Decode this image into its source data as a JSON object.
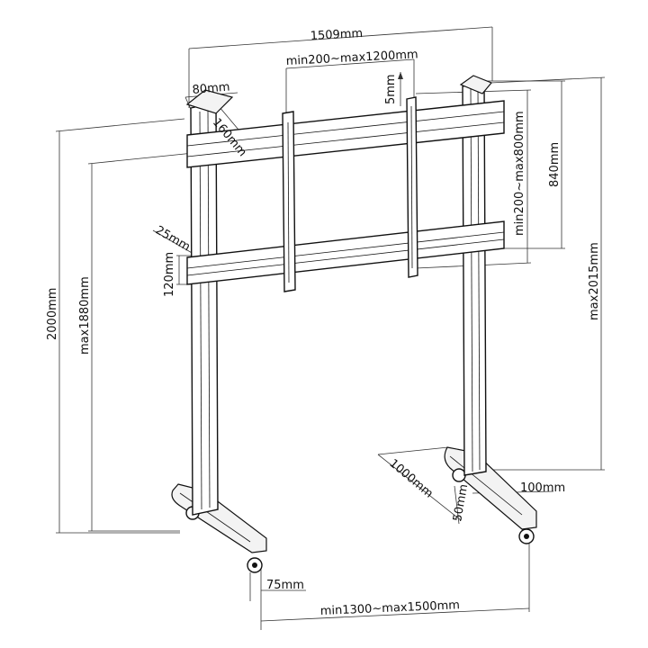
{
  "dimensions": {
    "overall_width": "1509mm",
    "vesa_horizontal": "min200~max1200mm",
    "top_cap_width": "80mm",
    "top_cap_depth": "160mm",
    "adjust_step": "5mm",
    "vesa_vertical": "min200~max800mm",
    "rail_spacing": "840mm",
    "rail_depth": "25mm",
    "rail_height": "120mm",
    "overall_height": "2000mm",
    "max_mount_height": "max1880mm",
    "max_top_height": "max2015mm",
    "base_depth": "1000mm",
    "base_height": "50mm",
    "base_width": "100mm",
    "wheel_offset": "75mm",
    "floor_width": "min1300~max1500mm"
  },
  "colors": {
    "line": "#111111",
    "dimension_line": "#333333",
    "background": "#ffffff"
  }
}
